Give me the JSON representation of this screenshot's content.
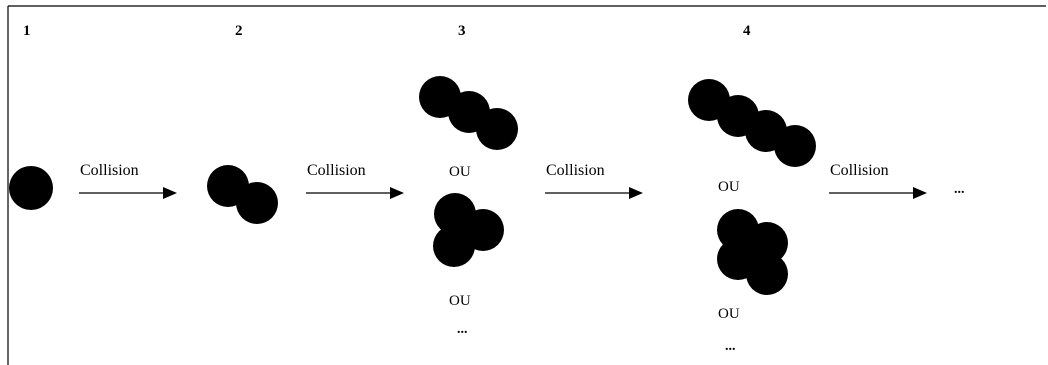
{
  "stages": [
    {
      "number": "1"
    },
    {
      "number": "2"
    },
    {
      "number": "3",
      "clusters": [
        {
          "label": "OU"
        },
        {
          "label": "OU"
        }
      ],
      "more": "..."
    },
    {
      "number": "4",
      "clusters": [
        {
          "label": "OU"
        },
        {
          "label": "OU"
        }
      ],
      "more": "..."
    }
  ],
  "arrows": [
    {
      "label": "Collision"
    },
    {
      "label": "Collision"
    },
    {
      "label": "Collision"
    },
    {
      "label": "Collision"
    }
  ],
  "continuation": "...",
  "colors": {
    "particle": "#000000",
    "line": "#000000",
    "background": "#ffffff"
  }
}
